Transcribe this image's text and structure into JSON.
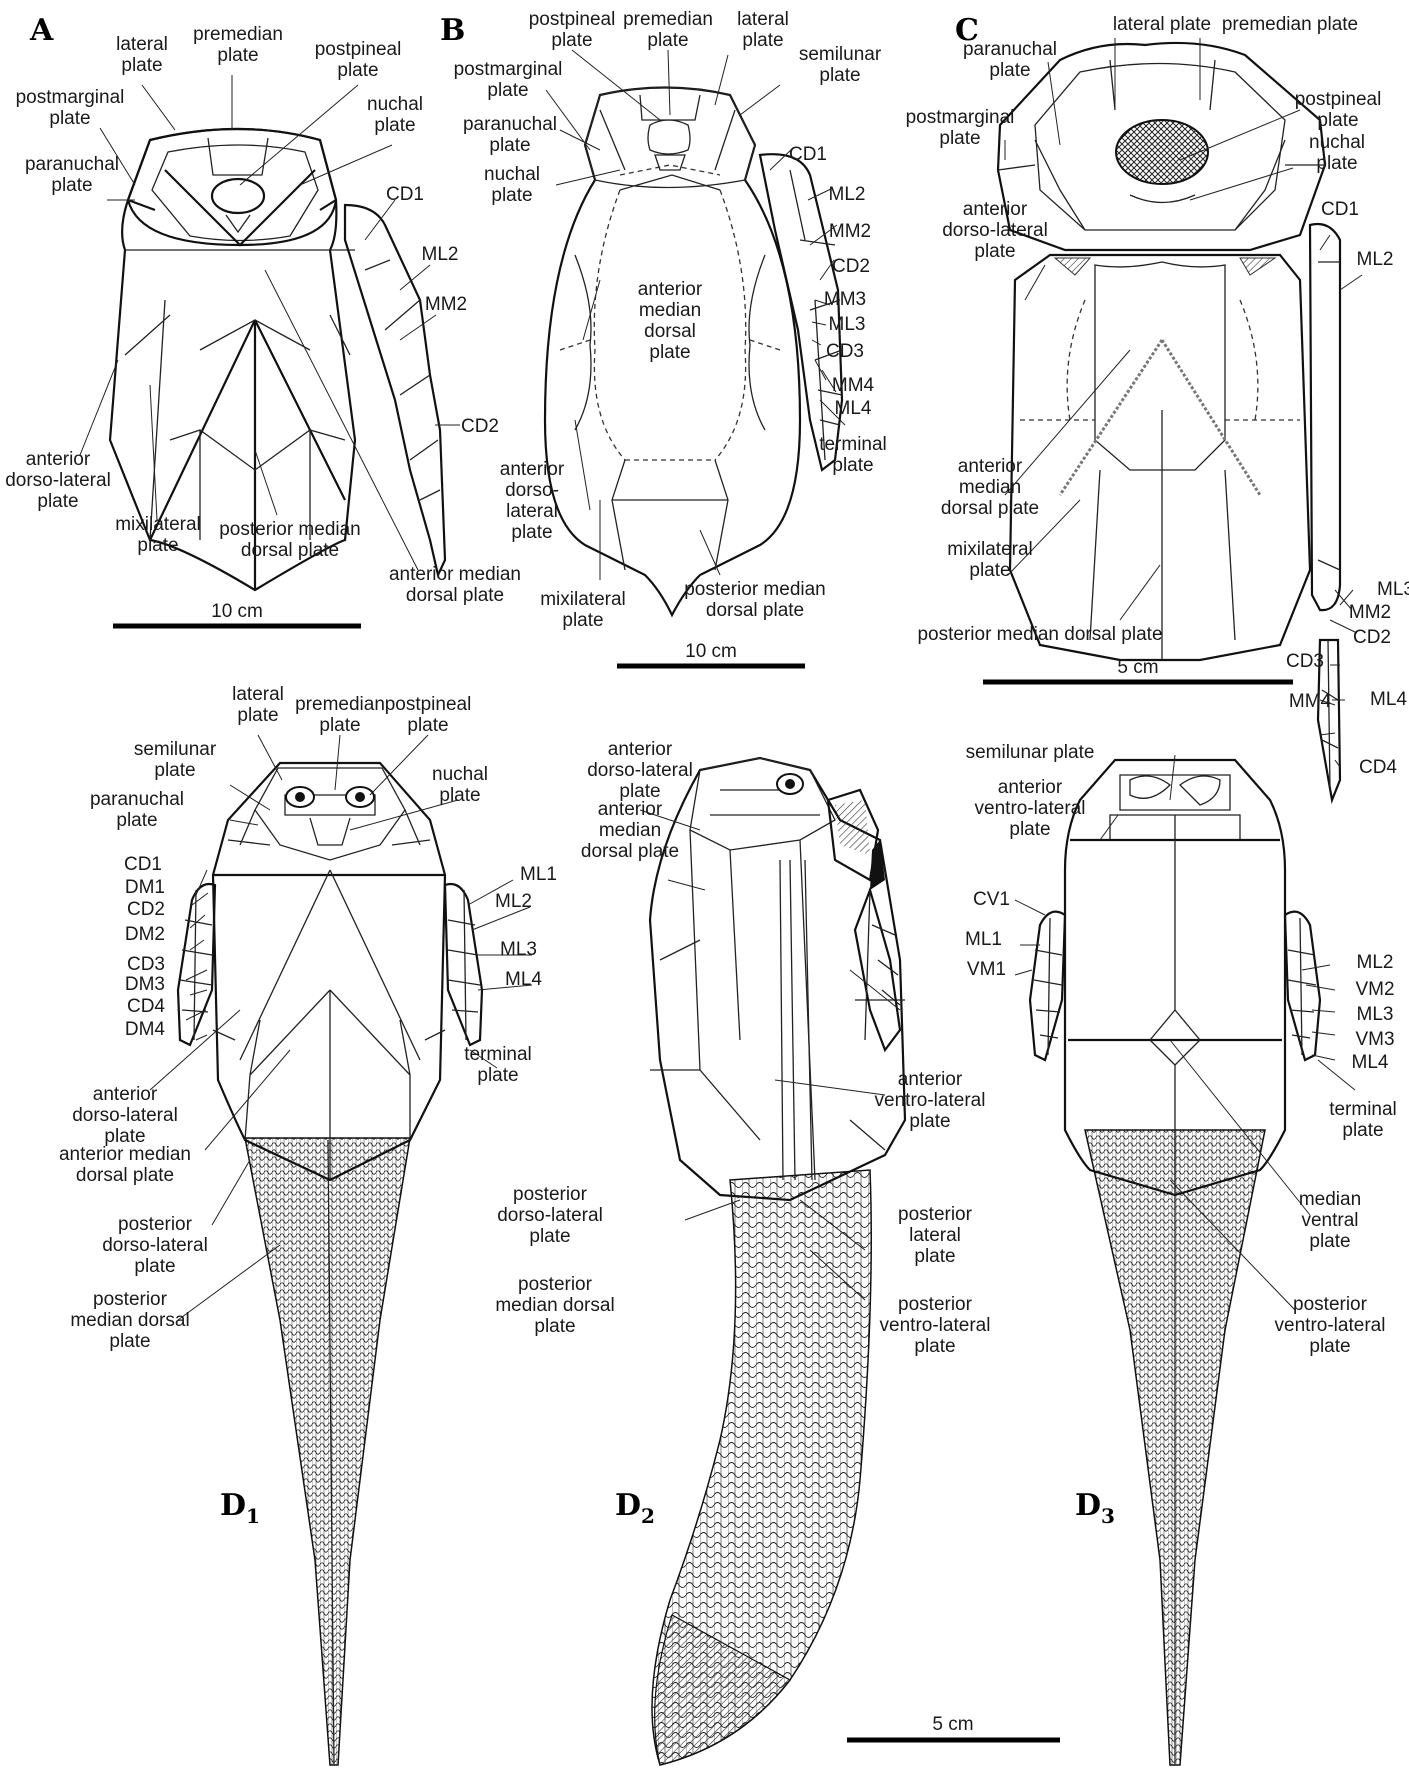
{
  "panels": {
    "A": {
      "letter": "A",
      "scale": "10 cm",
      "labels": {
        "lateral_plate": "lateral\nplate",
        "premedian_plate": "premedian\nplate",
        "postpineal_plate": "postpineal\nplate",
        "postmarginal_plate": "postmarginal\nplate",
        "nuchal_plate": "nuchal\nplate",
        "paranuchal_plate": "paranuchal\nplate",
        "cd1": "CD1",
        "ml2": "ML2",
        "mm2": "MM2",
        "cd2": "CD2",
        "anterior_dorso_lateral_plate": "anterior\ndorso-lateral\nplate",
        "mixilateral_plate": "mixilateral\nplate",
        "posterior_median_dorsal_plate": "posterior median\ndorsal plate",
        "anterior_median_dorsal_plate": "anterior median\ndorsal plate"
      }
    },
    "B": {
      "letter": "B",
      "scale": "10 cm",
      "labels": {
        "postpineal_plate": "postpineal\nplate",
        "premedian_plate": "premedian\nplate",
        "lateral_plate": "lateral\nplate",
        "semilunar_plate": "semilunar\nplate",
        "postmarginal_plate": "postmarginal\nplate",
        "paranuchal_plate": "paranuchal\nplate",
        "nuchal_plate": "nuchal\nplate",
        "cd1": "CD1",
        "ml2": "ML2",
        "mm2": "MM2",
        "cd2": "CD2",
        "mm3": "MM3",
        "ml3": "ML3",
        "cd3": "CD3",
        "mm4": "MM4",
        "ml4": "ML4",
        "terminal_plate": "terminal\nplate",
        "anterior_median_dorsal_plate": "anterior\nmedian\ndorsal\nplate",
        "anterior_dorso_lateral_plate": "anterior\ndorso-\nlateral\nplate",
        "mixilateral_plate": "mixilateral\nplate",
        "posterior_median_dorsal_plate": "posterior median\ndorsal plate"
      }
    },
    "C": {
      "letter": "C",
      "scale": "5 cm",
      "labels": {
        "lateral_plate": "lateral plate",
        "premedian_plate": "premedian plate",
        "paranuchal_plate": "paranuchal\nplate",
        "postpineal_plate": "postpineal\nplate",
        "postmarginal_plate": "postmarginal\nplate",
        "nuchal_plate": "nuchal\nplate",
        "anterior_dorso_lateral_plate": "anterior\ndorso-lateral\nplate",
        "cd1": "CD1",
        "ml2": "ML2",
        "anterior_median_dorsal_plate": "anterior\nmedian\ndorsal plate",
        "mixilateral_plate": "mixilateral\nplate",
        "posterior_median_dorsal_plate": "posterior median dorsal plate",
        "mm2": "MM2",
        "cd2": "CD2",
        "ml3": "ML3",
        "cd3": "CD3",
        "ml4": "ML4",
        "mm4": "MM4",
        "cd4": "CD4"
      }
    },
    "D1": {
      "letter": "D",
      "subscript": "1",
      "labels": {
        "lateral_plate": "lateral\nplate",
        "premedian_plate": "premedian\nplate",
        "postpineal_plate": "postpineal\nplate",
        "semilunar_plate": "semilunar\nplate",
        "nuchal_plate": "nuchal\nplate",
        "paranuchal_plate": "paranuchal\nplate",
        "cd1": "CD1",
        "dm1": "DM1",
        "cd2": "CD2",
        "dm2": "DM2",
        "cd3": "CD3",
        "dm3": "DM3",
        "cd4": "CD4",
        "dm4": "DM4",
        "ml1": "ML1",
        "ml2": "ML2",
        "ml3": "ML3",
        "ml4": "ML4",
        "terminal_plate": "terminal\nplate",
        "anterior_dorso_lateral_plate": "anterior\ndorso-lateral\nplate",
        "anterior_median_dorsal_plate": "anterior median\ndorsal plate",
        "posterior_dorso_lateral_plate": "posterior\ndorso-lateral\nplate",
        "posterior_median_dorsal_plate": "posterior\nmedian dorsal\nplate"
      }
    },
    "D2": {
      "letter": "D",
      "subscript": "2",
      "scale": "5 cm",
      "labels": {
        "anterior_dorso_lateral_plate": "anterior\ndorso-lateral\nplate",
        "anterior_median_dorsal_plate": "anterior\nmedian\ndorsal plate",
        "anterior_ventro_lateral_plate": "anterior\nventro-lateral\nplate",
        "posterior_dorso_lateral_plate": "posterior\ndorso-lateral\nplate",
        "posterior_lateral_plate": "posterior\nlateral\nplate",
        "posterior_median_dorsal_plate": "posterior\nmedian dorsal\nplate",
        "posterior_ventro_lateral_plate": "posterior\nventro-lateral\nplate"
      }
    },
    "D3": {
      "letter": "D",
      "subscript": "3",
      "labels": {
        "semilunar_plate": "semilunar plate",
        "anterior_ventro_lateral_plate": "anterior\nventro-lateral\nplate",
        "cv1": "CV1",
        "ml1": "ML1",
        "vm1": "VM1",
        "ml2": "ML2",
        "vm2": "VM2",
        "ml3": "ML3",
        "vm3": "VM3",
        "ml4": "ML4",
        "terminal_plate": "terminal\nplate",
        "median_ventral_plate": "median\nventral\nplate",
        "posterior_ventro_lateral_plate": "posterior\nventro-lateral\nplate"
      }
    }
  }
}
